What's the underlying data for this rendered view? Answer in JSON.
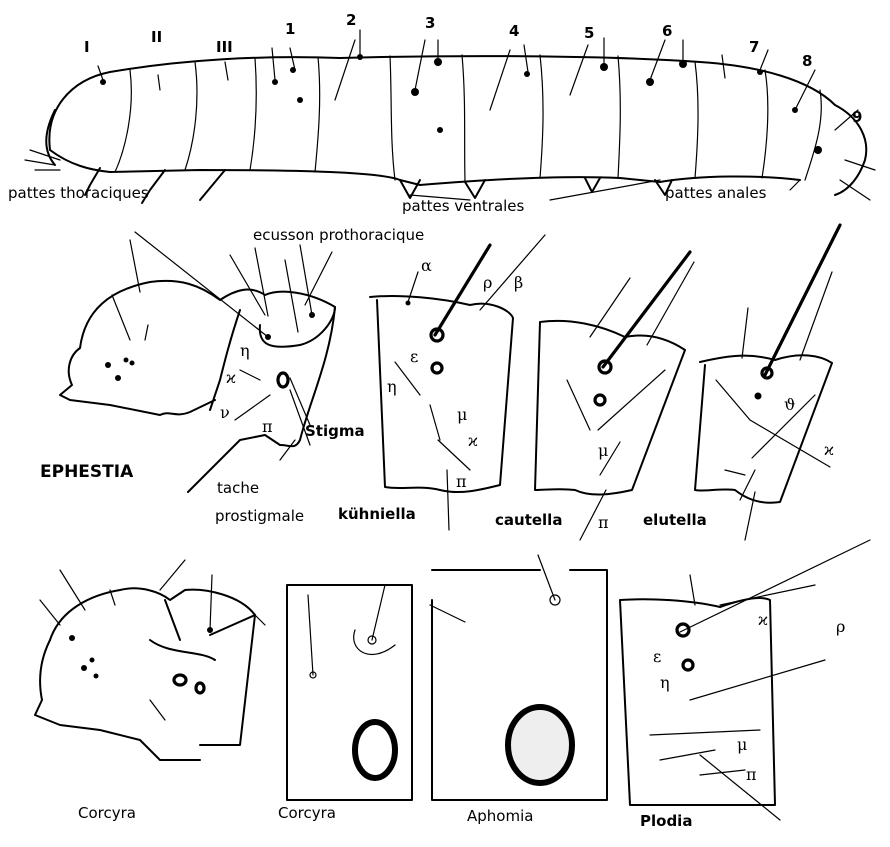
{
  "caterpillar": {
    "segments": [
      "I",
      "II",
      "III",
      "1",
      "2",
      "3",
      "4",
      "5",
      "6",
      "7",
      "8",
      "9"
    ],
    "labels": {
      "thoracic_legs": "pattes thoraciques",
      "ventral_legs": "pattes ventrales",
      "anal_legs": "pattes anales"
    }
  },
  "ephestia": {
    "genus": "EPHESTIA",
    "shield": "ecusson prothoracique",
    "stigma": "Stigma",
    "spot_line1": "tache",
    "spot_line2": "prostigmale",
    "setae": {
      "eta": "η",
      "kappa": "ϰ",
      "nu": "ν",
      "pi": "π"
    }
  },
  "segments_detail": {
    "kuhniella": {
      "name": "kühniella",
      "alpha": "α",
      "rho": "ρ",
      "beta": "β",
      "epsilon": "ε",
      "eta": "η",
      "mu": "μ",
      "kappa": "ϰ",
      "pi": "π"
    },
    "cautella": {
      "name": "cautella",
      "mu": "μ",
      "pi": "π"
    },
    "elutella": {
      "name": "elutella",
      "theta": "ϑ",
      "kappa": "ϰ"
    }
  },
  "bottom": {
    "corcyra_head": "Corcyra",
    "corcyra_box": "Corcyra",
    "aphomia_box": "Aphomia",
    "plodia": {
      "name": "Plodia",
      "rho": "ρ",
      "epsilon": "ε",
      "eta": "η",
      "kappa": "ϰ",
      "mu": "μ",
      "pi": "π"
    }
  }
}
